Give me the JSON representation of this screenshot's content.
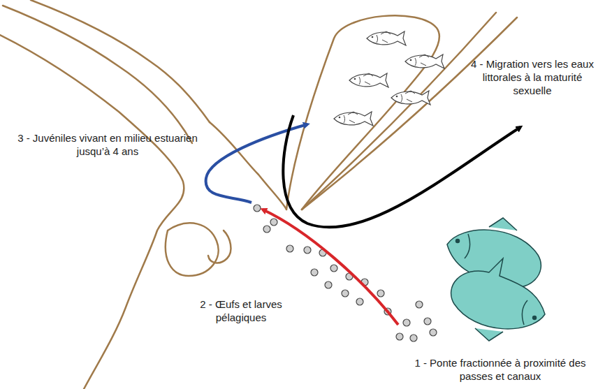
{
  "diagram": {
    "labels": [
      "3 - Juvéniles vivant en milieu estuarien jusqu’à 4 ans",
      "4 - Migration vers les eaux littorales à la maturité sexuelle",
      "2 - Œufs et larves pélagiques",
      "1 - Ponte fractionnée à proximité des passes et canaux"
    ]
  }
}
